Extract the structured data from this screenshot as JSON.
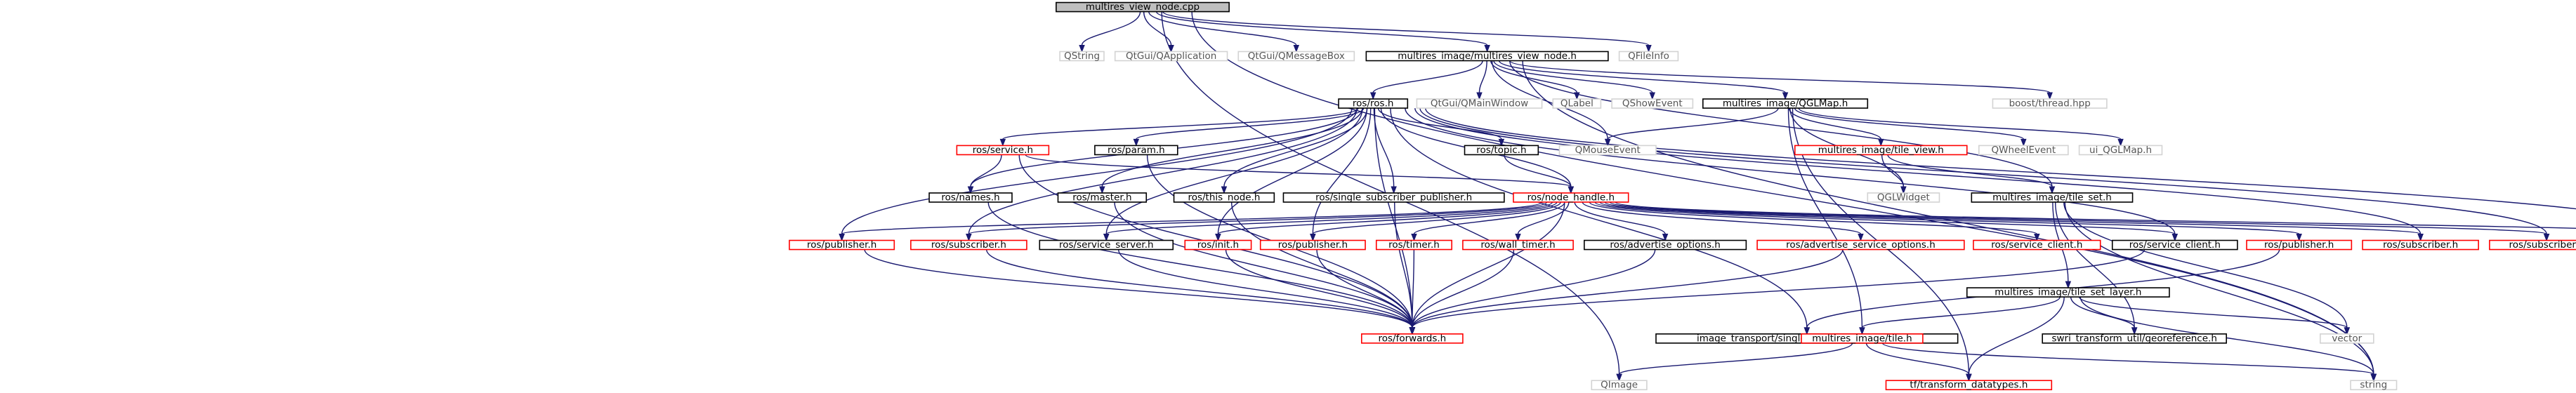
{
  "colors": {
    "edge": "#191970",
    "root_fill": "#bfbfbf",
    "documented_border": "#000000",
    "truncated_border": "#ff0000",
    "external_border": "#d3d3d3"
  },
  "nodes": [
    {
      "id": "root",
      "label": "multires_view_node.cpp",
      "style": "root"
    },
    {
      "id": "qstring",
      "label": "QString",
      "style": "grey"
    },
    {
      "id": "qapp",
      "label": "QtGui/QApplication",
      "style": "grey"
    },
    {
      "id": "qmsgbox",
      "label": "QtGui/QMessageBox",
      "style": "grey"
    },
    {
      "id": "mvn",
      "label": "multires_image/multires_view_node.h",
      "style": "black"
    },
    {
      "id": "qfileinfo",
      "label": "QFileInfo",
      "style": "grey"
    },
    {
      "id": "rosh",
      "label": "ros/ros.h",
      "style": "black"
    },
    {
      "id": "qmainwin",
      "label": "QtGui/QMainWindow",
      "style": "grey"
    },
    {
      "id": "qlabel",
      "label": "QLabel",
      "style": "grey"
    },
    {
      "id": "qshowevent",
      "label": "QShowEvent",
      "style": "grey"
    },
    {
      "id": "qglmap",
      "label": "multires_image/QGLMap.h",
      "style": "black"
    },
    {
      "id": "boostthread",
      "label": "boost/thread.hpp",
      "style": "grey"
    },
    {
      "id": "service",
      "label": "ros/service.h",
      "style": "red"
    },
    {
      "id": "param",
      "label": "ros/param.h",
      "style": "black"
    },
    {
      "id": "topic",
      "label": "ros/topic.h",
      "style": "black"
    },
    {
      "id": "qmouse",
      "label": "QMouseEvent",
      "style": "grey"
    },
    {
      "id": "tileview",
      "label": "multires_image/tile_view.h",
      "style": "red"
    },
    {
      "id": "qwheel",
      "label": "QWheelEvent",
      "style": "grey"
    },
    {
      "id": "uiqgl",
      "label": "ui_QGLMap.h",
      "style": "grey"
    },
    {
      "id": "names",
      "label": "ros/names.h",
      "style": "black"
    },
    {
      "id": "master",
      "label": "ros/master.h",
      "style": "black"
    },
    {
      "id": "thisnode",
      "label": "ros/this_node.h",
      "style": "black"
    },
    {
      "id": "ssp",
      "label": "ros/single_subscriber_publisher.h",
      "style": "black"
    },
    {
      "id": "nodehandle",
      "label": "ros/node_handle.h",
      "style": "red"
    },
    {
      "id": "qglwidget",
      "label": "QGLWidget",
      "style": "grey"
    },
    {
      "id": "tileset",
      "label": "multires_image/tile_set.h",
      "style": "black"
    },
    {
      "id": "pub1",
      "label": "ros/publisher.h",
      "style": "red"
    },
    {
      "id": "sub1",
      "label": "ros/subscriber.h",
      "style": "red"
    },
    {
      "id": "srvserver1",
      "label": "ros/service_server.h",
      "style": "black"
    },
    {
      "id": "init",
      "label": "ros/init.h",
      "style": "red"
    },
    {
      "id": "pub2",
      "label": "ros/publisher.h",
      "style": "red"
    },
    {
      "id": "timer",
      "label": "ros/timer.h",
      "style": "red"
    },
    {
      "id": "walltimer",
      "label": "ros/wall_timer.h",
      "style": "red"
    },
    {
      "id": "advopt",
      "label": "ros/advertise_options.h",
      "style": "black"
    },
    {
      "id": "advsrvopt",
      "label": "ros/advertise_service_options.h",
      "style": "red"
    },
    {
      "id": "srvclient1",
      "label": "ros/service_client.h",
      "style": "red"
    },
    {
      "id": "srvclient2",
      "label": "ros/service_client.h",
      "style": "black"
    },
    {
      "id": "pub3",
      "label": "ros/publisher.h",
      "style": "red"
    },
    {
      "id": "sub2",
      "label": "ros/subscriber.h",
      "style": "red"
    },
    {
      "id": "sub3",
      "label": "ros/subscriber.h",
      "style": "red"
    },
    {
      "id": "srvserver2",
      "label": "ros/service_server.h",
      "style": "red"
    },
    {
      "id": "tilesetlayer",
      "label": "multires_image/tile_set_layer.h",
      "style": "black"
    },
    {
      "id": "forwards",
      "label": "ros/forwards.h",
      "style": "red"
    },
    {
      "id": "itssp",
      "label": "image_transport/single_subscriber_publisher.h",
      "style": "black"
    },
    {
      "id": "tileh",
      "label": "multires_image/tile.h",
      "style": "red"
    },
    {
      "id": "swri",
      "label": "swri_transform_util/georeference.h",
      "style": "black"
    },
    {
      "id": "vector",
      "label": "vector",
      "style": "grey"
    },
    {
      "id": "qimage",
      "label": "QImage",
      "style": "grey"
    },
    {
      "id": "string",
      "label": "string",
      "style": "grey"
    },
    {
      "id": "tftypes",
      "label": "tf/transform_datatypes.h",
      "style": "red"
    }
  ],
  "edges": [
    [
      "root",
      "qstring"
    ],
    [
      "root",
      "qapp"
    ],
    [
      "root",
      "qmsgbox"
    ],
    [
      "root",
      "mvn"
    ],
    [
      "root",
      "qfileinfo"
    ],
    [
      "root",
      "qimage"
    ],
    [
      "root",
      "string"
    ],
    [
      "mvn",
      "rosh"
    ],
    [
      "mvn",
      "qmainwin"
    ],
    [
      "mvn",
      "qlabel"
    ],
    [
      "mvn",
      "qshowevent"
    ],
    [
      "mvn",
      "qglmap"
    ],
    [
      "mvn",
      "qmouse"
    ],
    [
      "mvn",
      "boostthread"
    ],
    [
      "mvn",
      "tileset"
    ],
    [
      "mvn",
      "string"
    ],
    [
      "rosh",
      "service"
    ],
    [
      "rosh",
      "param"
    ],
    [
      "rosh",
      "topic"
    ],
    [
      "rosh",
      "names"
    ],
    [
      "rosh",
      "master"
    ],
    [
      "rosh",
      "thisnode"
    ],
    [
      "rosh",
      "ssp"
    ],
    [
      "rosh",
      "nodehandle"
    ],
    [
      "rosh",
      "pub1"
    ],
    [
      "rosh",
      "sub1"
    ],
    [
      "rosh",
      "srvserver1"
    ],
    [
      "rosh",
      "init"
    ],
    [
      "rosh",
      "pub2"
    ],
    [
      "rosh",
      "srvclient2"
    ],
    [
      "rosh",
      "sub2"
    ],
    [
      "rosh",
      "sub3"
    ],
    [
      "rosh",
      "srvserver2"
    ],
    [
      "rosh",
      "forwards"
    ],
    [
      "rosh",
      "itssp"
    ],
    [
      "service",
      "names"
    ],
    [
      "service",
      "nodehandle"
    ],
    [
      "service",
      "forwards"
    ],
    [
      "param",
      "forwards"
    ],
    [
      "topic",
      "nodehandle"
    ],
    [
      "names",
      "forwards"
    ],
    [
      "master",
      "forwards"
    ],
    [
      "thisnode",
      "forwards"
    ],
    [
      "ssp",
      "forwards"
    ],
    [
      "nodehandle",
      "pub1"
    ],
    [
      "nodehandle",
      "sub1"
    ],
    [
      "nodehandle",
      "srvserver1"
    ],
    [
      "nodehandle",
      "init"
    ],
    [
      "nodehandle",
      "pub2"
    ],
    [
      "nodehandle",
      "timer"
    ],
    [
      "nodehandle",
      "walltimer"
    ],
    [
      "nodehandle",
      "advopt"
    ],
    [
      "nodehandle",
      "advsrvopt"
    ],
    [
      "nodehandle",
      "srvclient1"
    ],
    [
      "nodehandle",
      "srvclient2"
    ],
    [
      "nodehandle",
      "pub3"
    ],
    [
      "nodehandle",
      "sub2"
    ],
    [
      "nodehandle",
      "sub3"
    ],
    [
      "nodehandle",
      "srvserver2"
    ],
    [
      "nodehandle",
      "forwards"
    ],
    [
      "pub1",
      "forwards"
    ],
    [
      "sub1",
      "forwards"
    ],
    [
      "srvserver1",
      "forwards"
    ],
    [
      "init",
      "forwards"
    ],
    [
      "pub2",
      "forwards"
    ],
    [
      "timer",
      "forwards"
    ],
    [
      "walltimer",
      "forwards"
    ],
    [
      "advopt",
      "forwards"
    ],
    [
      "advsrvopt",
      "forwards"
    ],
    [
      "srvclient2",
      "forwards"
    ],
    [
      "pub3",
      "itssp"
    ],
    [
      "qglmap",
      "qmouse"
    ],
    [
      "qglmap",
      "tileview"
    ],
    [
      "qglmap",
      "qwheel"
    ],
    [
      "qglmap",
      "uiqgl"
    ],
    [
      "qglmap",
      "qglwidget"
    ],
    [
      "qglmap",
      "tileh"
    ],
    [
      "qglmap",
      "tftypes"
    ],
    [
      "tileview",
      "qglwidget"
    ],
    [
      "tileview",
      "tileset"
    ],
    [
      "tileset",
      "tilesetlayer"
    ],
    [
      "tileset",
      "swri"
    ],
    [
      "tileset",
      "vector"
    ],
    [
      "tileset",
      "string"
    ],
    [
      "tilesetlayer",
      "tileh"
    ],
    [
      "tilesetlayer",
      "swri"
    ],
    [
      "tilesetlayer",
      "vector"
    ],
    [
      "tilesetlayer",
      "string"
    ],
    [
      "tilesetlayer",
      "tftypes"
    ],
    [
      "tileh",
      "qimage"
    ],
    [
      "tileh",
      "string"
    ],
    [
      "tileh",
      "tftypes"
    ]
  ]
}
